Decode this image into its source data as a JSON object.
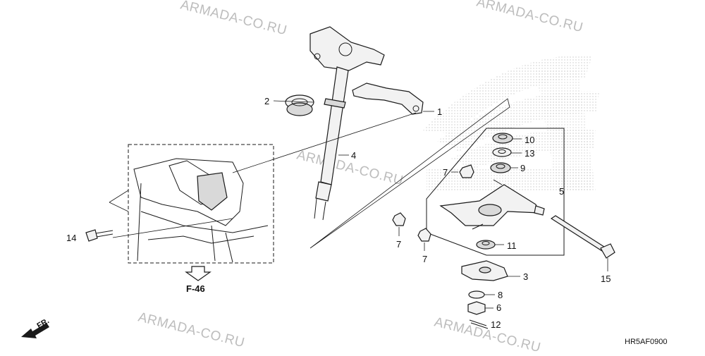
{
  "watermark": {
    "text": "ARMADA-CO.RU"
  },
  "diagram_code": "HR5AF0900",
  "reference": "F-46",
  "front_indicator": "FR.",
  "callouts": {
    "c1": "1",
    "c2": "2",
    "c3": "3",
    "c4": "4",
    "c5": "5",
    "c6": "6",
    "c7a": "7",
    "c7b": "7",
    "c7c": "7",
    "c8": "8",
    "c9": "9",
    "c10": "10",
    "c11": "11",
    "c12": "12",
    "c13": "13",
    "c14": "14",
    "c15": "15"
  },
  "colors": {
    "line": "#1a1a1a",
    "watermark": "#bdbdbd",
    "logo_dots": "#c8c8c8"
  }
}
